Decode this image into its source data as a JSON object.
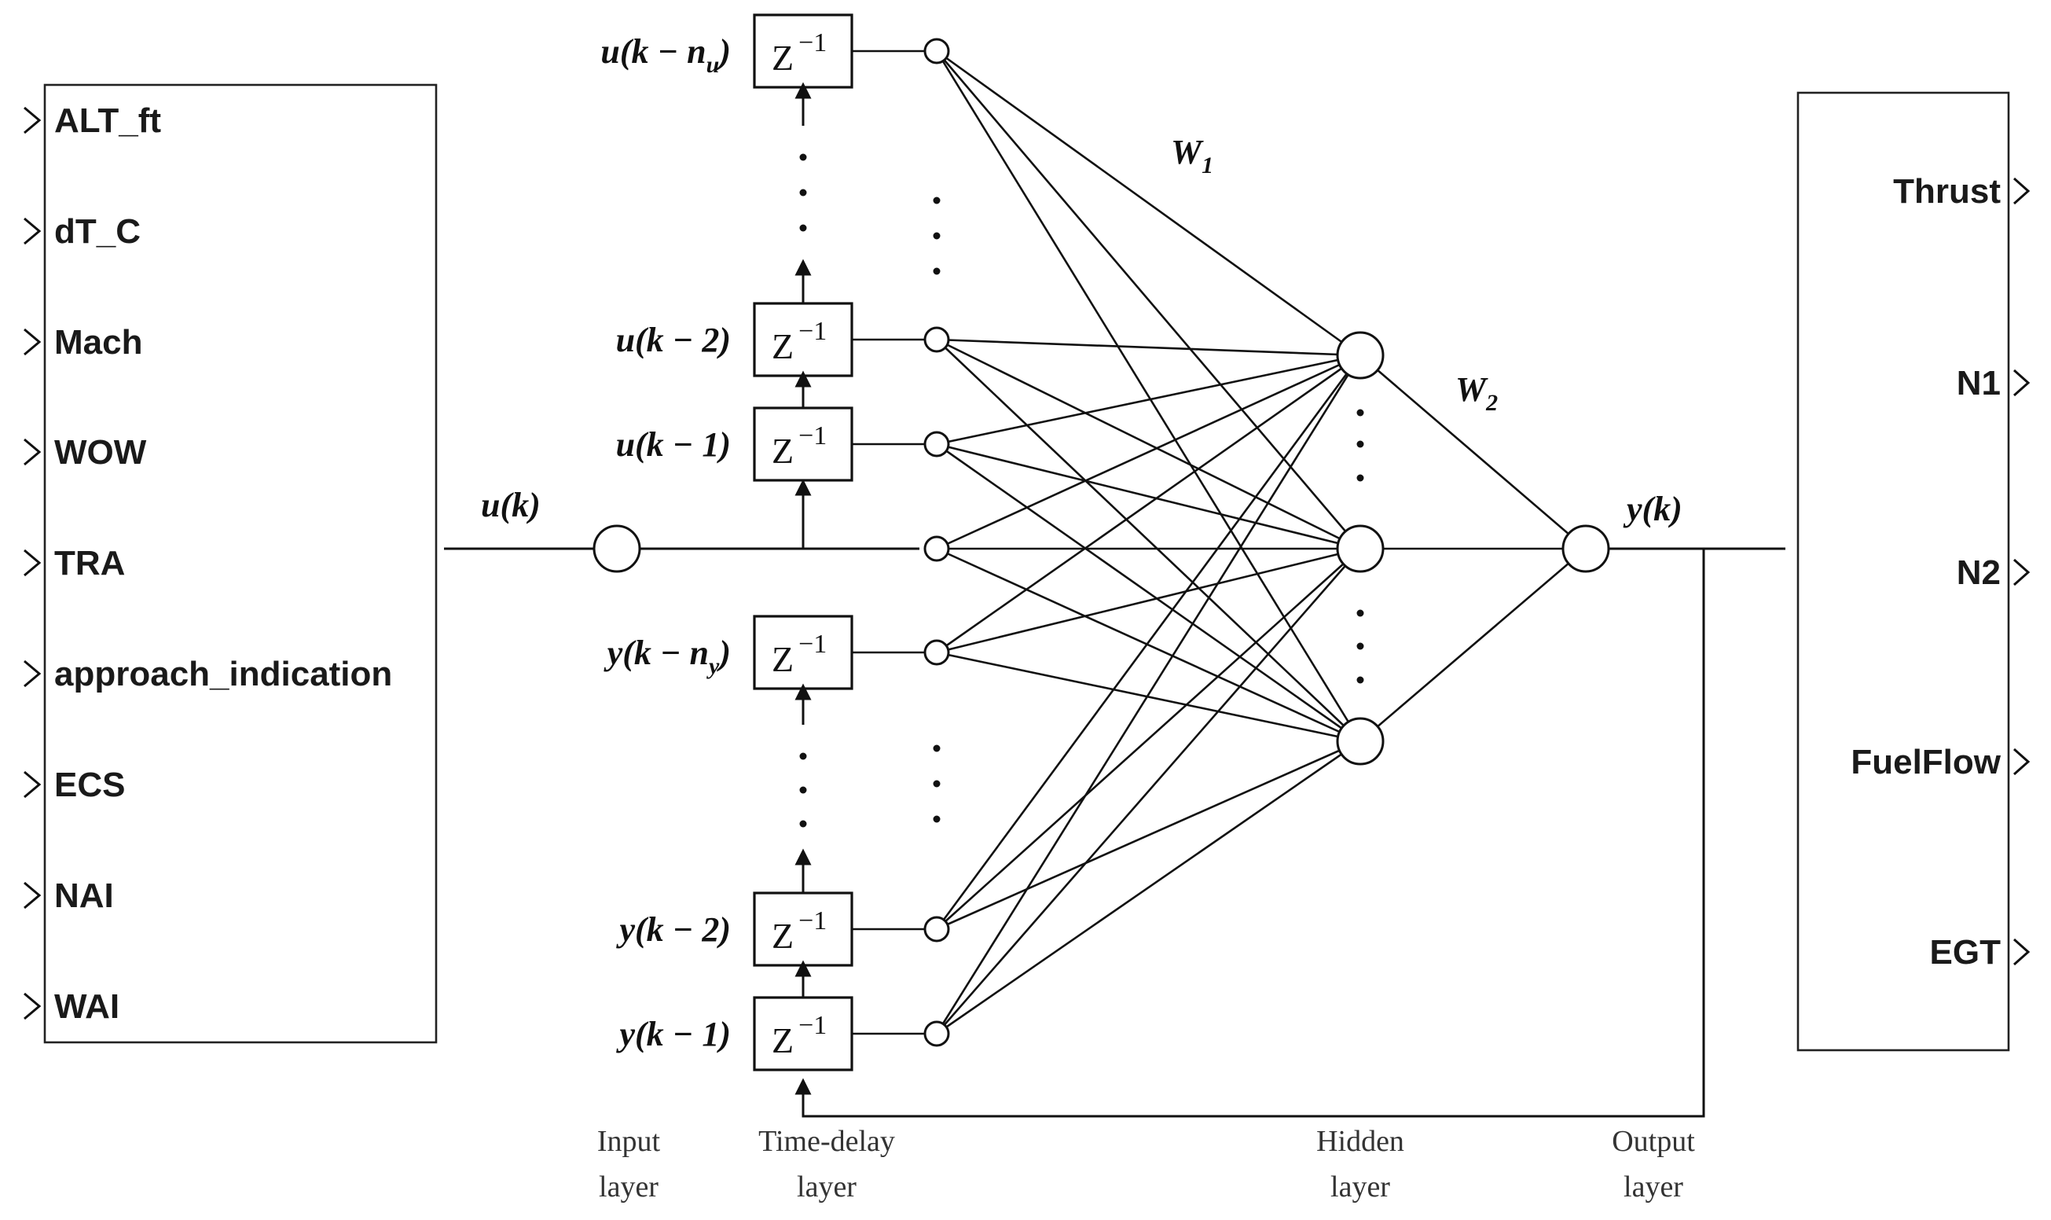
{
  "left_block": {
    "inputs": [
      "ALT_ft",
      "dT_C",
      "Mach",
      "WOW",
      "TRA",
      "approach_indication",
      "ECS",
      "NAI",
      "WAI"
    ]
  },
  "right_block": {
    "outputs": [
      "Thrust",
      "N1",
      "N2",
      "FuelFlow",
      "EGT"
    ]
  },
  "network": {
    "input_signal": "u(k)",
    "output_signal": "y(k)",
    "weights": {
      "w1": "W",
      "w1_sub": "1",
      "w2": "W",
      "w2_sub": "2"
    },
    "delay_block": {
      "base": "Z",
      "exponent": "−1"
    },
    "delay_labels": [
      {
        "main": "u(k − n",
        "sub": "u",
        "tail": ")"
      },
      {
        "main": "u(k − 2)"
      },
      {
        "main": "u(k − 1)"
      },
      {
        "main": "y(k − n",
        "sub": "y",
        "tail": ")"
      },
      {
        "main": "y(k − 2)"
      },
      {
        "main": "y(k − 1)"
      }
    ],
    "layer_captions": [
      {
        "line1": "Input",
        "line2": "layer"
      },
      {
        "line1": "Time-delay",
        "line2": "layer"
      },
      {
        "line1": "Hidden",
        "line2": "layer"
      },
      {
        "line1": "Output",
        "line2": "layer"
      }
    ]
  }
}
